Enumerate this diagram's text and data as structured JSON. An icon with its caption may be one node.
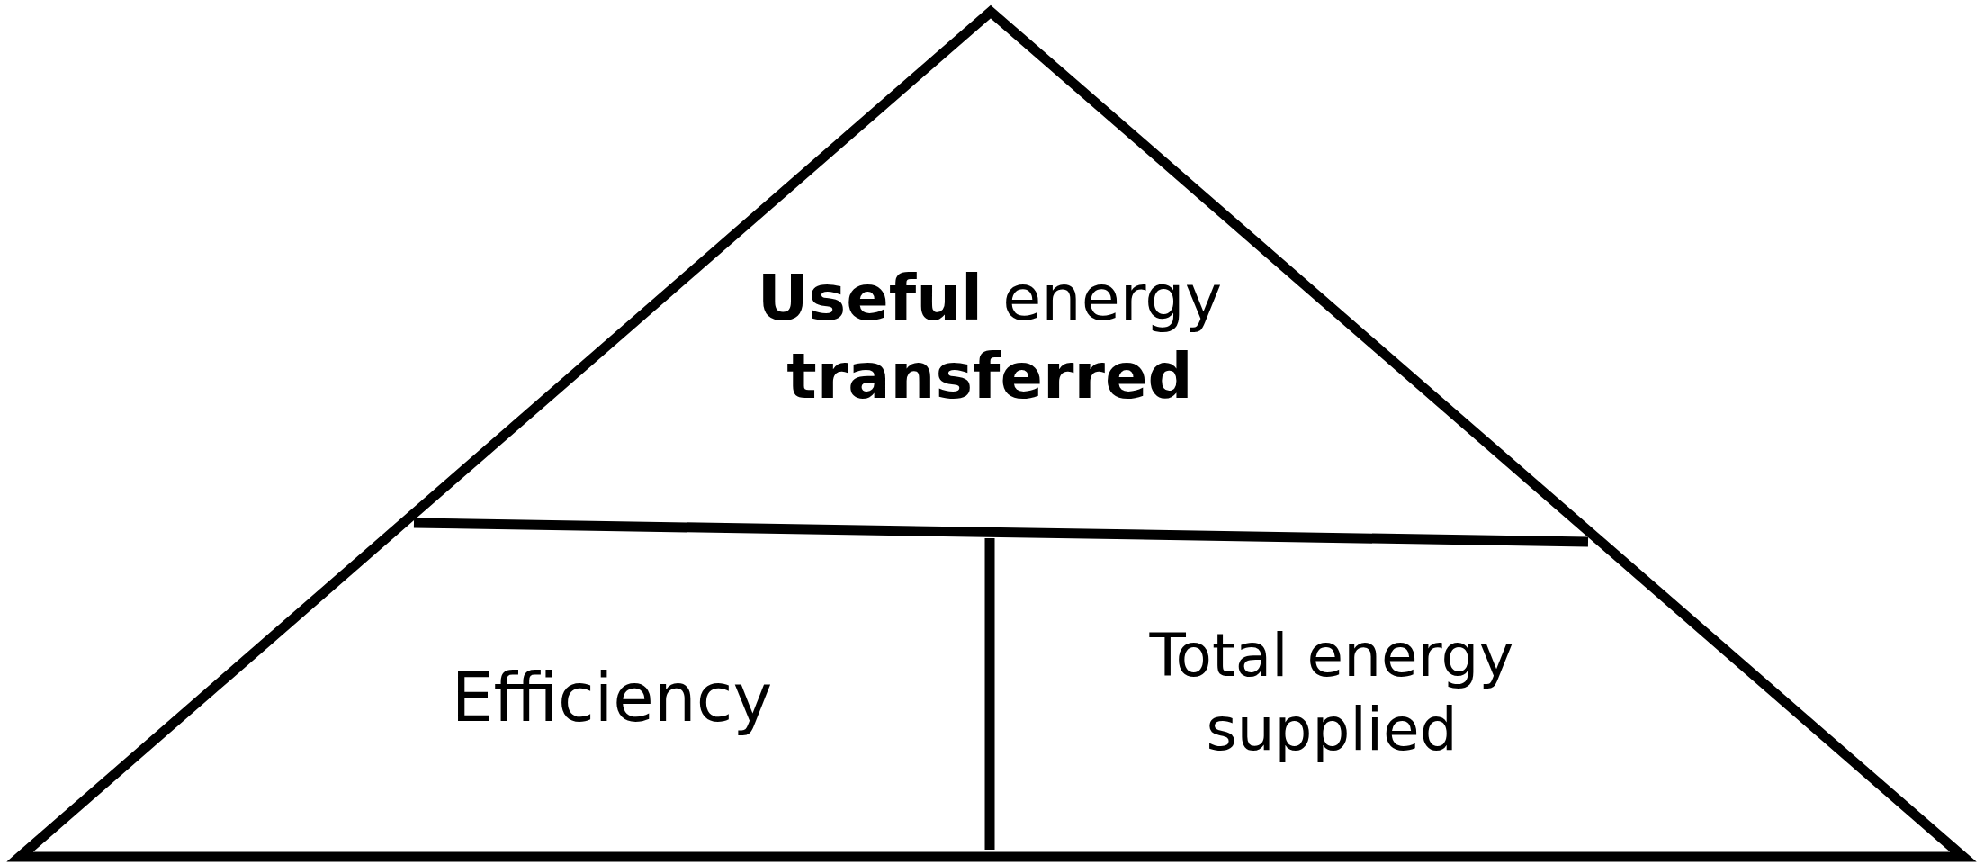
{
  "diagram": {
    "nodes": [
      {
        "text": [
          "**Useful** energy **transferred**"
        ]
      },
      {
        "text": [
          "Efficiency"
        ]
      },
      {
        "text": [
          "Total energy supplied"
        ]
      }
    ],
    "edges": []
  }
}
